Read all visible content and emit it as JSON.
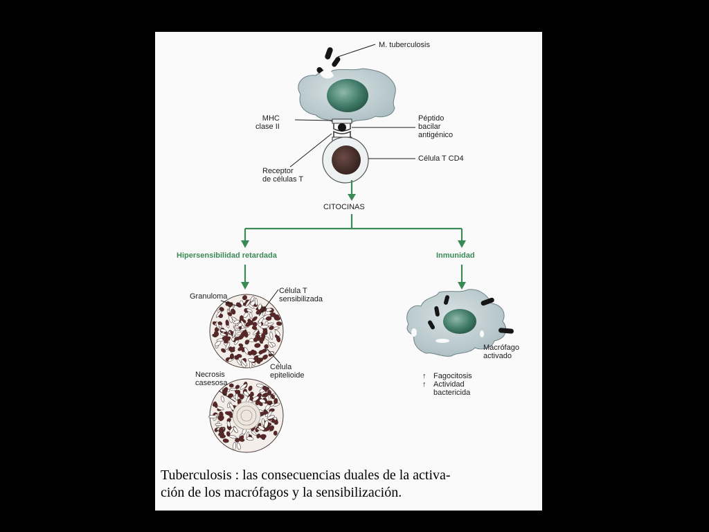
{
  "labels": {
    "m_tuberculosis": "M. tuberculosis",
    "mhc": [
      "MHC",
      "clase II"
    ],
    "peptido": [
      "Péptido",
      "bacilar",
      "antigénico"
    ],
    "receptor": [
      "Receptor",
      "de células T"
    ],
    "celula_t_cd4": "Célula T CD4",
    "citocinas": "CITOCINAS",
    "hipersensibilidad": "Hipersensibilidad retardada",
    "inmunidad": "Inmunidad",
    "granuloma": "Granuloma",
    "celula_t_sens": [
      "Célula T",
      "sensibilizada"
    ],
    "celula_epit": [
      "Célula",
      "epitelioide"
    ],
    "necrosis": [
      "Necrosis",
      "casesosa"
    ],
    "macrofago_act": [
      "Macrófago",
      "activado"
    ],
    "effects": {
      "arrow": "↑",
      "fagocitosis": "Fagocitosis",
      "actividad": [
        "Actividad",
        "bactericida"
      ]
    }
  },
  "caption": [
    "Tuberculosis : las consecuencias duales de la activa-",
    "ción de los macrófagos y la sensibilización."
  ],
  "colors": {
    "arrow_green": "#3a8a55",
    "macrophage": "#b8c8cc",
    "nucleus": "#3f7a68",
    "granule": "#5b2626"
  }
}
